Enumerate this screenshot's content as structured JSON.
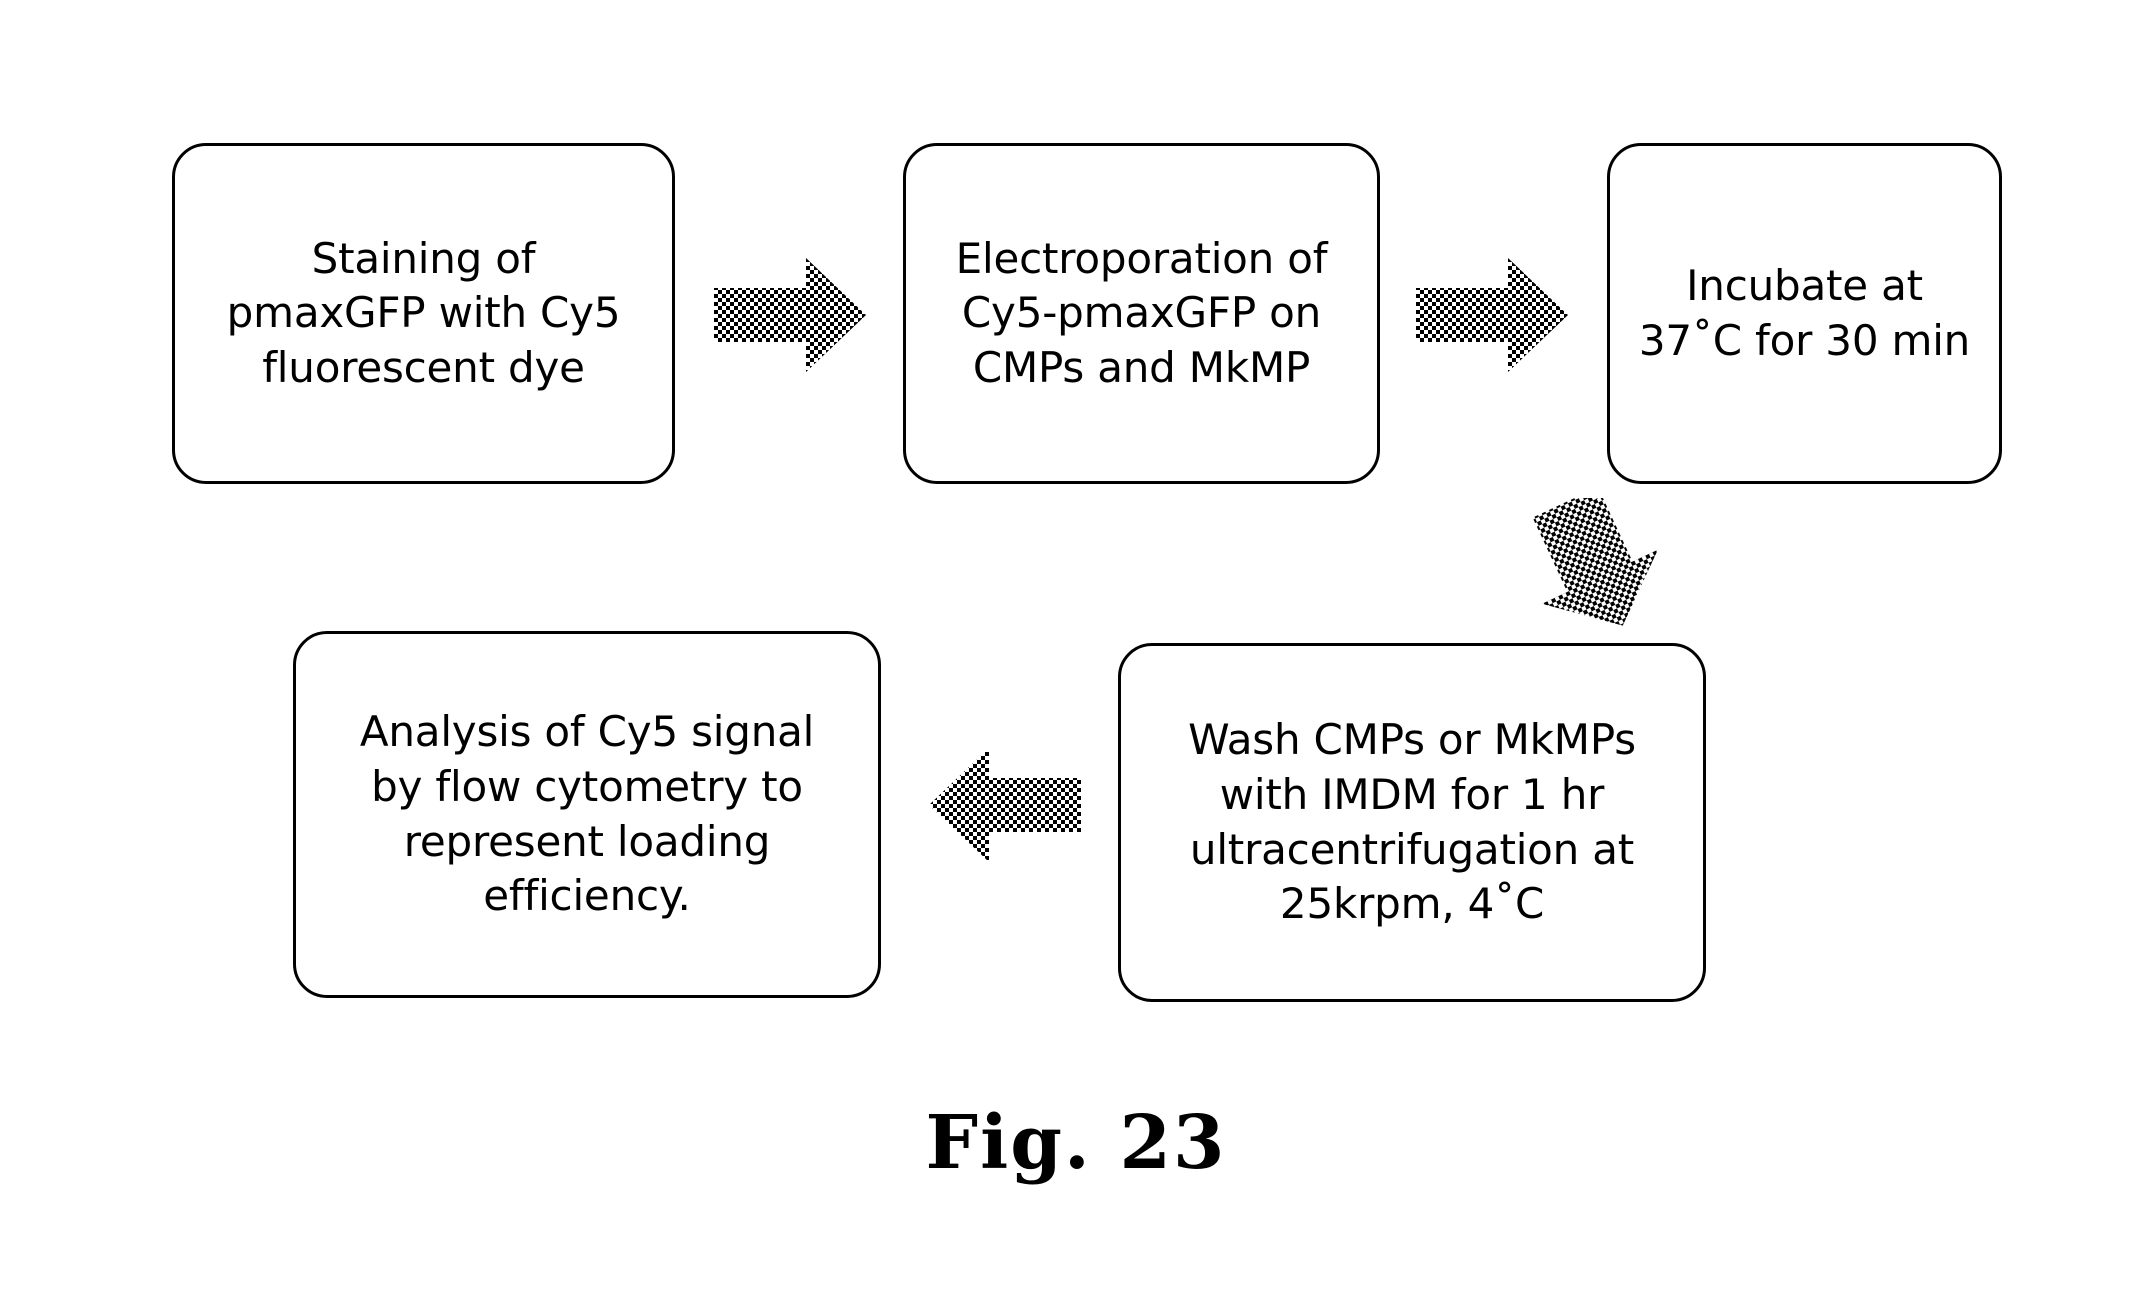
{
  "figure": {
    "caption": "Fig. 23",
    "background_color": "#ffffff",
    "stroke_color": "#000000",
    "arrow_fill_color": "#7f7f7f"
  },
  "nodes": {
    "stain": {
      "label": "Staining of\npmaxGFP with Cy5\nfluorescent dye"
    },
    "electroporation": {
      "label": "Electroporation of\nCy5-pmaxGFP on\nCMPs and MkMP"
    },
    "incubate": {
      "label": "Incubate at\n37˚C for 30 min"
    },
    "wash": {
      "label": "Wash CMPs or MkMPs\nwith IMDM for 1 hr\nultracentrifugation at\n25krpm, 4˚C"
    },
    "analysis": {
      "label": "Analysis of Cy5 signal\nby flow cytometry to\nrepresent loading\nefficiency."
    }
  },
  "connectors": [
    {
      "id": "arrow-stain-to-electroporation",
      "direction": "right"
    },
    {
      "id": "arrow-electroporation-to-incubate",
      "direction": "right"
    },
    {
      "id": "arrow-incubate-to-wash",
      "direction": "down-right"
    },
    {
      "id": "arrow-wash-to-analysis",
      "direction": "left"
    }
  ]
}
